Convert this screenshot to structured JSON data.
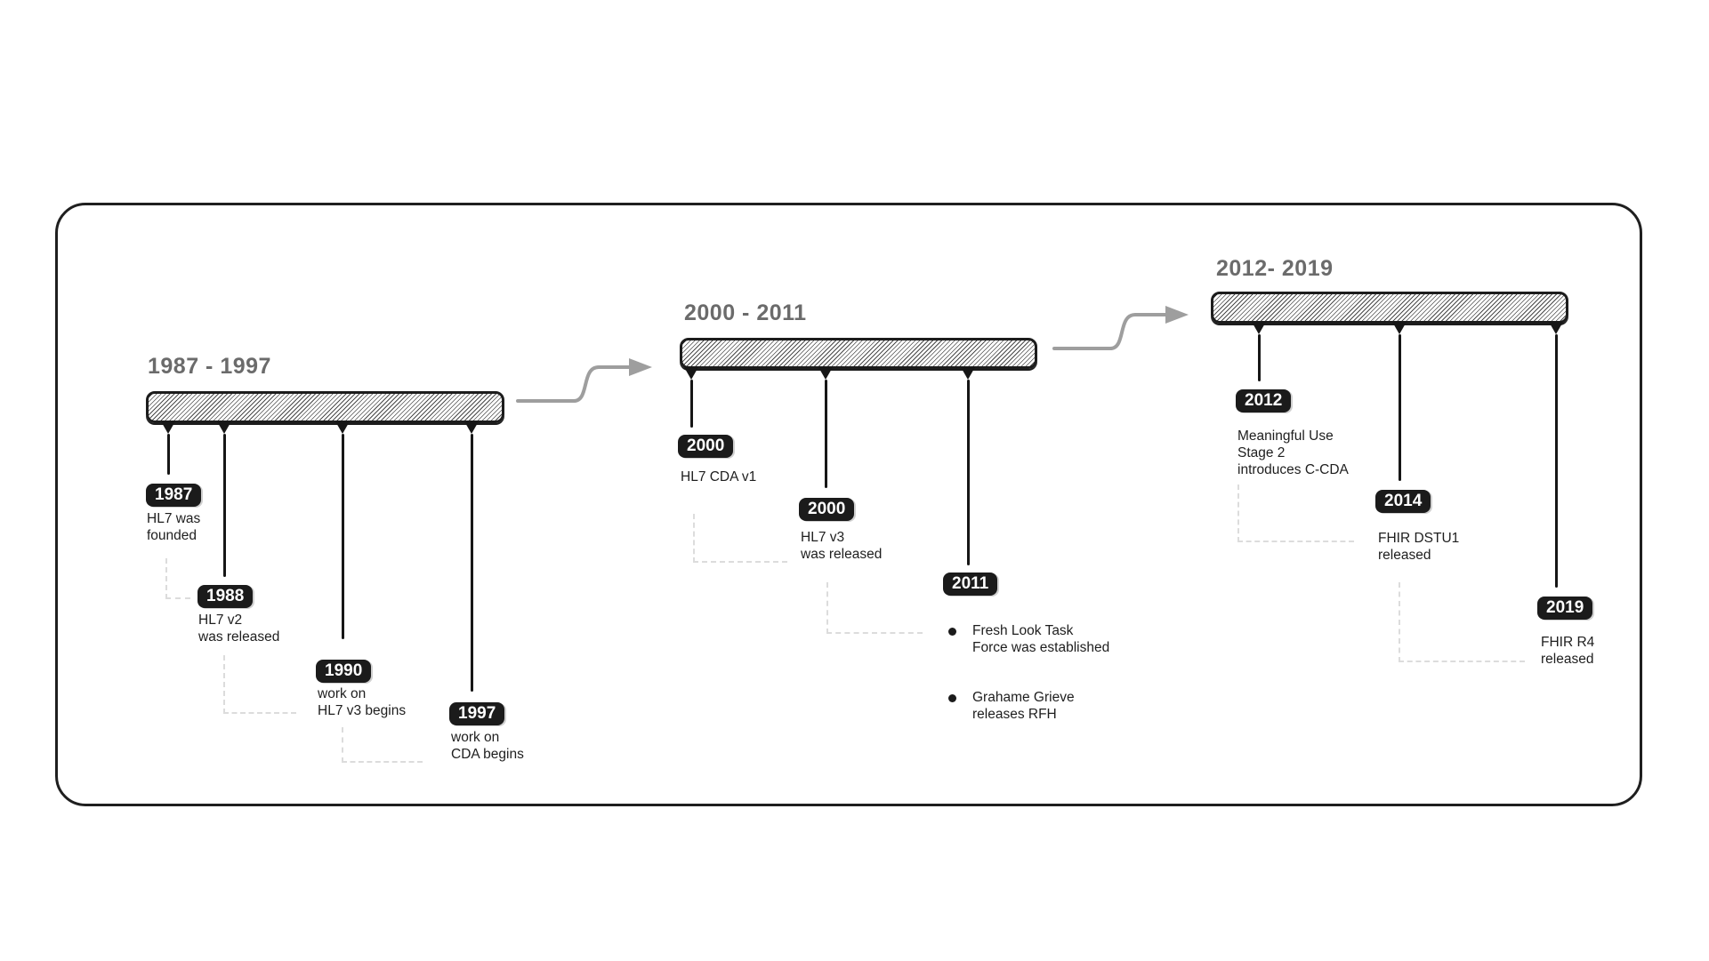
{
  "colors": {
    "heading": "#6b6b6b",
    "badge_bg": "#1b1b1b",
    "badge_text": "#ffffff",
    "body_text": "#1e1e1e",
    "bar_outline": "#1c1c1c",
    "arrow": "#9e9e9e",
    "dashed_connector": "#dcdcdc",
    "frame_border": "#1f1f1f"
  },
  "sections": [
    {
      "heading": "1987 - 1997",
      "events": [
        {
          "year": "1987",
          "label": "HL7 was\nfounded"
        },
        {
          "year": "1988",
          "label": "HL7 v2\nwas released"
        },
        {
          "year": "1990",
          "label": "work on\nHL7 v3 begins"
        },
        {
          "year": "1997",
          "label": "work on\nCDA begins"
        }
      ]
    },
    {
      "heading": "2000 - 2011",
      "events": [
        {
          "year": "2000",
          "label": "HL7 CDA v1"
        },
        {
          "year": "2000",
          "label": "HL7 v3\nwas released"
        },
        {
          "year": "2011",
          "bullets": [
            "Fresh Look Task\nForce was established",
            "Grahame Grieve\nreleases RFH"
          ]
        }
      ]
    },
    {
      "heading": "2012- 2019",
      "events": [
        {
          "year": "2012",
          "label": "Meaningful Use\nStage 2\nintroduces C-CDA"
        },
        {
          "year": "2014",
          "label": "FHIR DSTU1\nreleased"
        },
        {
          "year": "2019",
          "label": "FHIR R4\nreleased"
        }
      ]
    }
  ]
}
